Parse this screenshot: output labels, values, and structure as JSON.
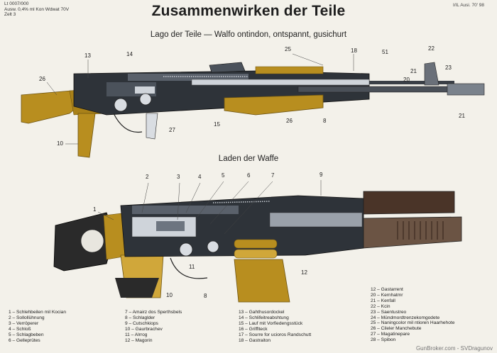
{
  "header": {
    "doc_ref": [
      "Lt 0007/000",
      "Ausw. 0,4% ml Kon Wdwat 70V",
      "Zelt 3"
    ],
    "corner_ref": "I/IL Ausi. 70' 98",
    "title": "Zusammenwirken der Teile",
    "subtitle_top": "Lago der Teile — Walfo ontindon, ontspannt, gusichurt",
    "subtitle_bottom": "Laden der Waffe"
  },
  "top_callouts": [
    "13",
    "14",
    "25",
    "18",
    "51",
    "22",
    "21",
    "23",
    "20",
    "26",
    "10",
    "27",
    "15",
    "26",
    "8",
    "21"
  ],
  "bottom_callouts": [
    "2",
    "3",
    "4",
    "5",
    "6",
    "7",
    "9",
    "1",
    "10",
    "8",
    "11",
    "12"
  ],
  "legend": {
    "col1": [
      "1 – Schlehbeilen mil Kocian",
      "2 – Sollollühnung",
      "3 – Verröperer",
      "4 – Schloß",
      "5 – Schlagbeben",
      "6 – Gelleprütes"
    ],
    "col2": [
      "7 – Amairz dos Sperthsbels",
      "8 – Schlaglder",
      "9 – Cutschkiops",
      "10 – Gaurbrachev",
      "11 – Alrrog",
      "12 – Magorin"
    ],
    "col3": [
      "13 – Gahthusordockel",
      "14 – Schlifeitreabshtung",
      "15 – Lauf mit Vorfiedengsstück",
      "16 – Grifflteck",
      "17 – Sourre for ucioros Randschutt",
      "18 – Gastraiton"
    ],
    "col4": [
      "12 – Gastarrent",
      "20 – Kernhatmr",
      "21 – Kenfall",
      "22 – Kcin",
      "23 – Saentustreo",
      "24 – Mündmordtrenzekomgodete",
      "25 – Naningcolor mil ntioren Haarhehote",
      "26 – Cileler Manchebute",
      "27 – Magatinepare",
      "28 – Spibon"
    ]
  },
  "watermark": "GunBroker.com - SVDragunov",
  "colors": {
    "steel": "#3a3f46",
    "dark": "#141414",
    "gold": "#b88e1f",
    "goldlight": "#d0a73a",
    "bg": "#f3f1ea",
    "highlight": "#cfd4da"
  }
}
